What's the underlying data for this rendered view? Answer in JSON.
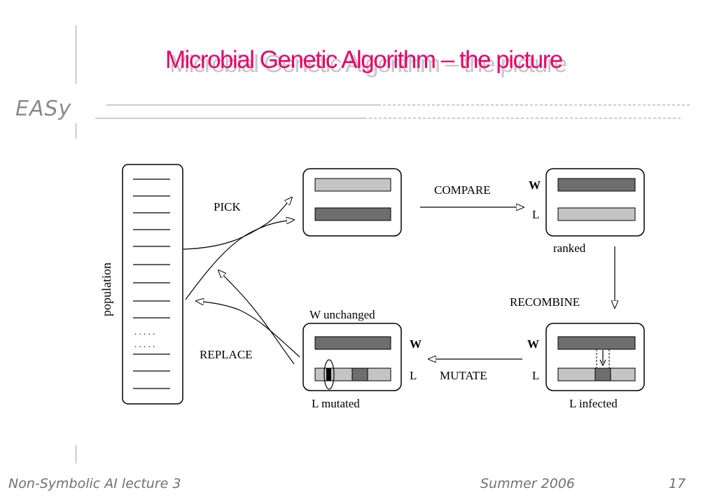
{
  "slide": {
    "title": "Microbial Genetic Algorithm – the picture",
    "logo": "EASy",
    "footer_left": "Non-Symbolic AI lecture 3",
    "footer_center": "Summer 2006",
    "page_number": "17"
  },
  "diagram": {
    "population_label": "population",
    "pick_label": "PICK",
    "compare_label": "COMPARE",
    "ranked_label": "ranked",
    "recombine_label": "RECOMBINE",
    "mutate_label": "MUTATE",
    "replace_label": "REPLACE",
    "w_unchanged_label": "W unchanged",
    "l_mutated_label": "L mutated",
    "l_infected_label": "L infected",
    "w": "W",
    "l": "L",
    "population_dots": ". . . . .",
    "colors": {
      "dark_bar": "#6e6e6e",
      "light_bar": "#c4c4c4",
      "title": "#e8006a"
    }
  }
}
